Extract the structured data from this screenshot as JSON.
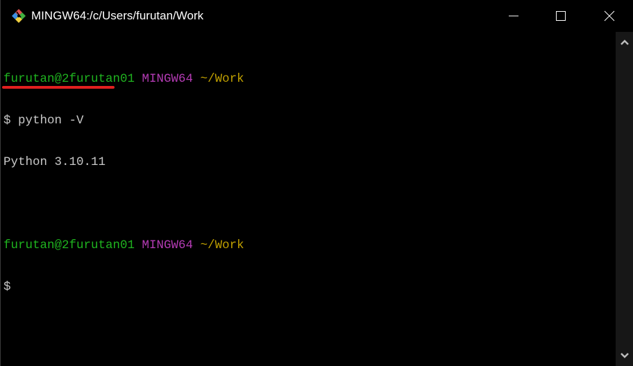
{
  "window": {
    "title": "MINGW64:/c/Users/furutan/Work",
    "app_icon": "git-bash-icon",
    "controls": {
      "minimize": "minimize-icon",
      "maximize": "maximize-icon",
      "close": "close-icon"
    }
  },
  "terminal": {
    "lines": [
      {
        "user_host": "furutan@2furutan01",
        "env": "MINGW64",
        "path": "~/Work"
      },
      {
        "prompt": "$",
        "command": "python -V"
      },
      {
        "output": "Python 3.10.11"
      },
      {
        "blank": ""
      },
      {
        "user_host": "furutan@2furutan01",
        "env": "MINGW64",
        "path": "~/Work"
      },
      {
        "prompt": "$",
        "command": ""
      }
    ]
  },
  "annotation": {
    "underline_color": "#e02020"
  },
  "colors": {
    "user_host": "#1fb31f",
    "env": "#b33bb3",
    "path": "#c0a000",
    "text": "#c8c8c8",
    "background": "#000000"
  },
  "scrollbar": {
    "up": "chevron-up-icon",
    "down": "chevron-down-icon"
  }
}
